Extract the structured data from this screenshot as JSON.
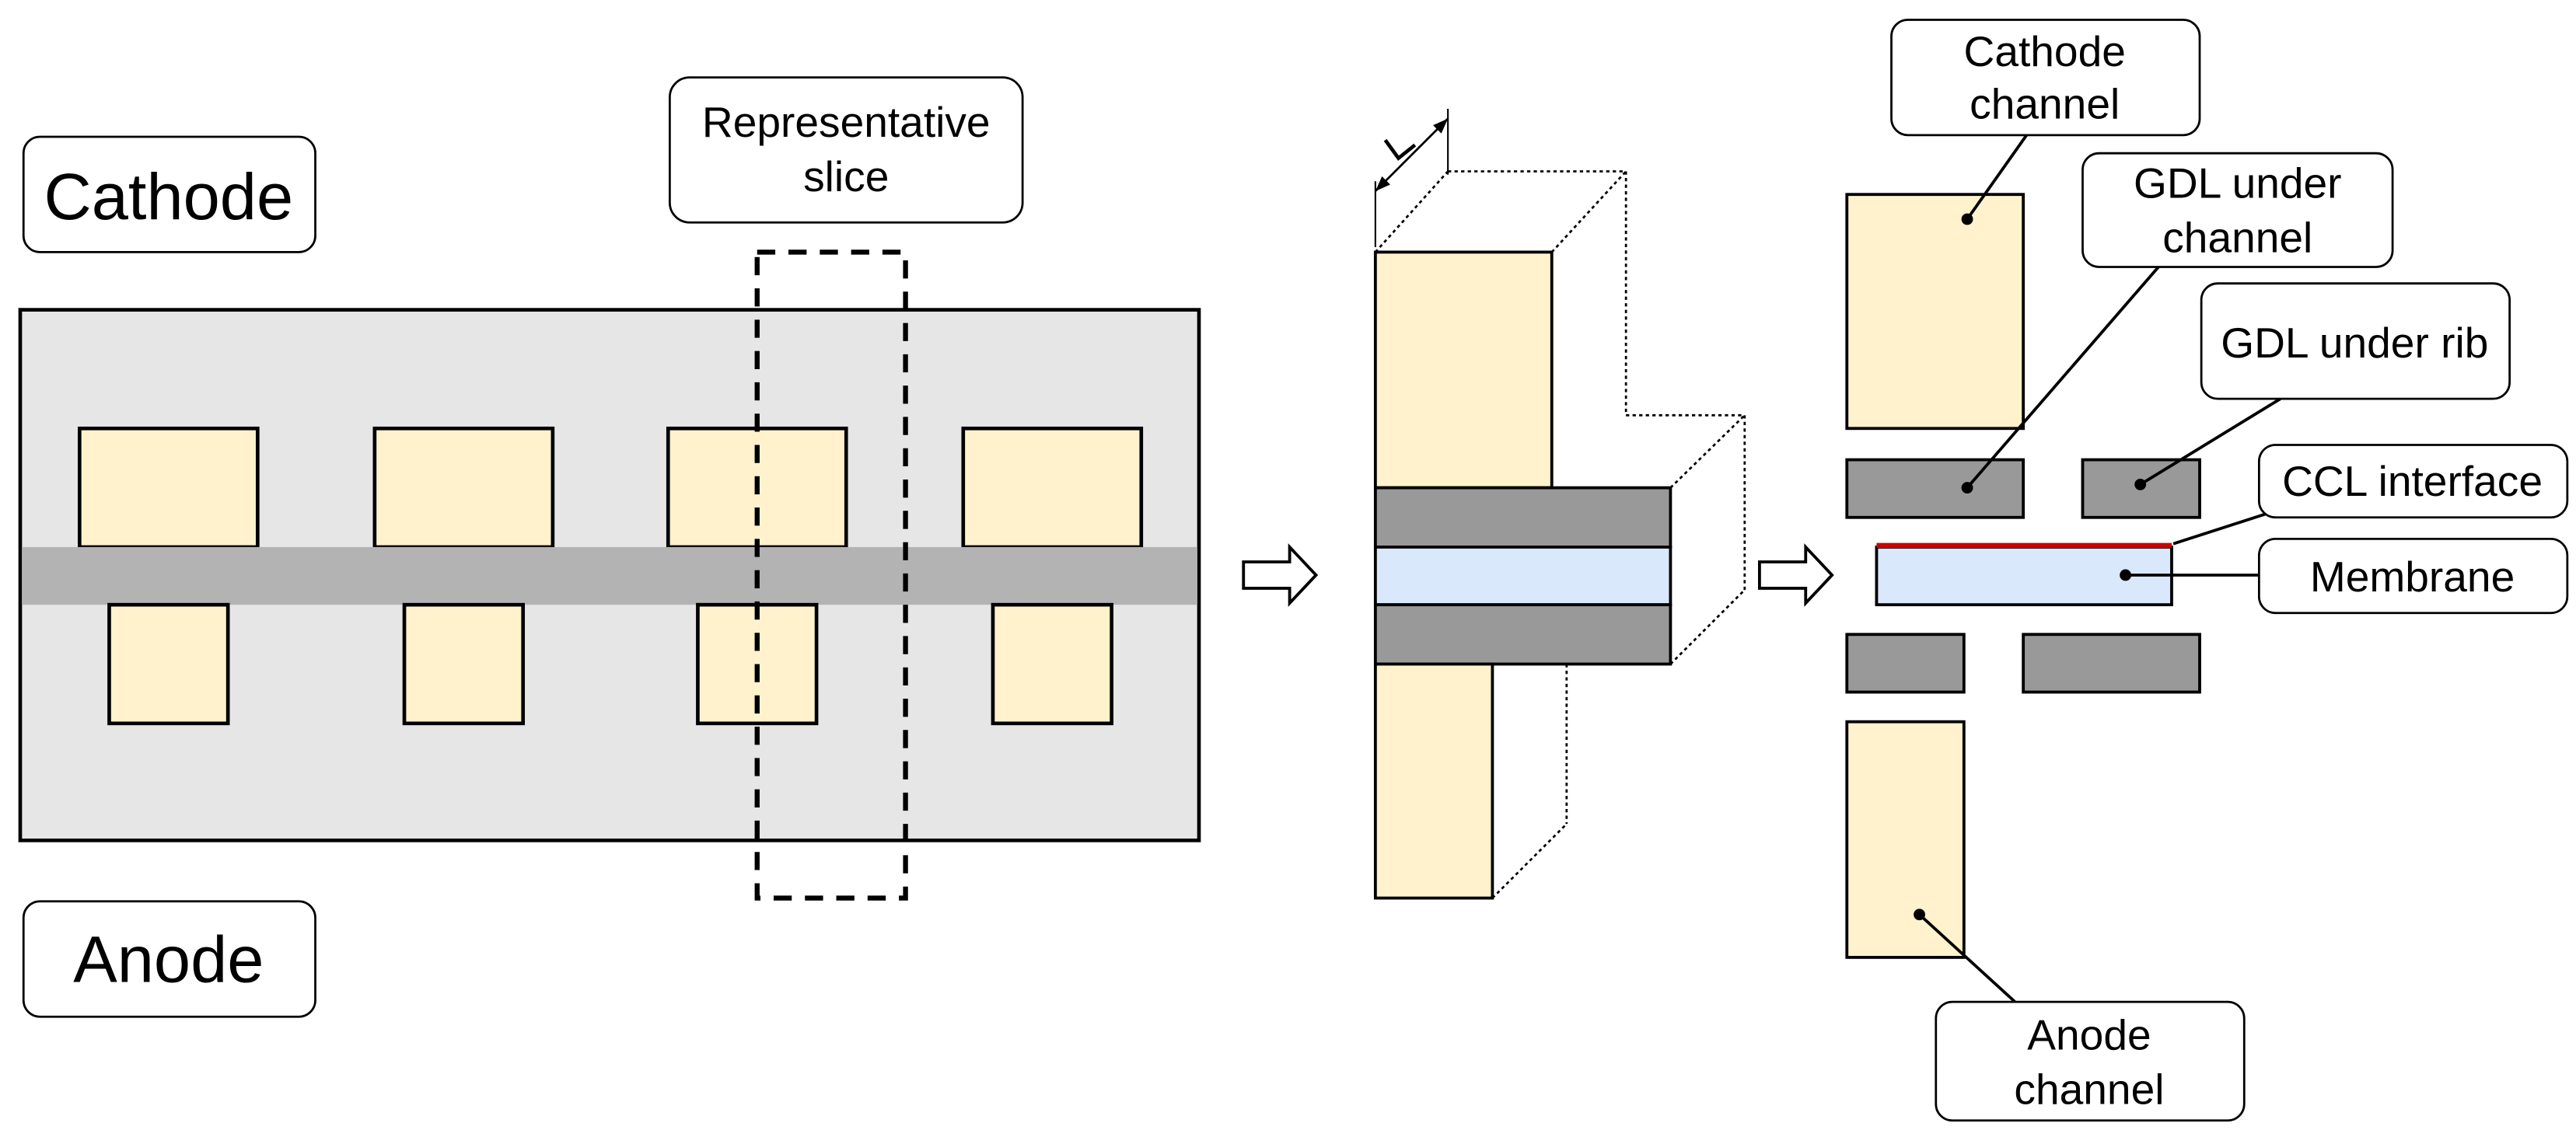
{
  "labels": {
    "cathode": "Cathode",
    "anode": "Anode",
    "representative_slice_line1": "Representative",
    "representative_slice_line2": "slice",
    "thickness_symbol": "L",
    "cathode_channel_line1": "Cathode",
    "cathode_channel_line2": "channel",
    "gdl_under_channel_line1": "GDL under",
    "gdl_under_channel_line2": "channel",
    "gdl_under_rib": "GDL under rib",
    "ccl_interface": "CCL interface",
    "membrane": "Membrane",
    "anode_channel_line1": "Anode",
    "anode_channel_line2": "channel"
  },
  "colors": {
    "channel_fill": "#fff2cc",
    "plate_fill": "#e6e6e6",
    "membrane_band": "#b3b3b3",
    "gdl_fill": "#999999",
    "membrane_fill": "#dae8fc",
    "ccl_interface_line": "#cc0000",
    "outline": "#000000"
  }
}
